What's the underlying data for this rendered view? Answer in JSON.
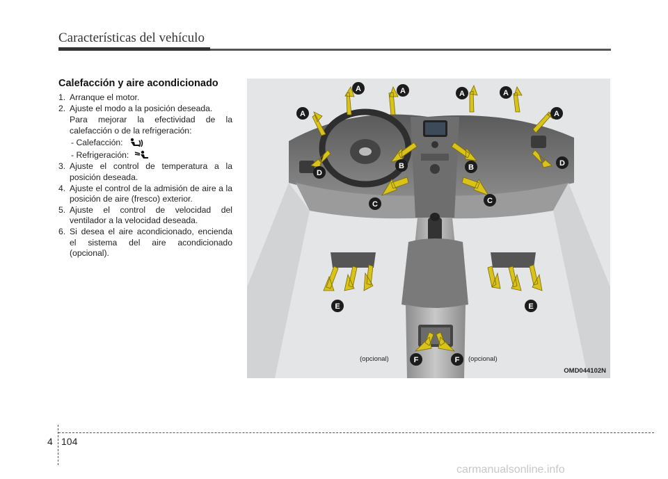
{
  "header": {
    "title": "Características del vehículo"
  },
  "section": {
    "title": "Calefacción y aire acondicionado"
  },
  "steps": [
    {
      "num": "1.",
      "text": "Arranque el motor."
    },
    {
      "num": "2.",
      "text": "Ajuste el modo a la posición deseada.",
      "sub": "Para mejorar la efectividad de la calefacción o de la refrigeración:",
      "heating": "- Calefacción:",
      "cooling": "- Refrigeración:"
    },
    {
      "num": "3.",
      "text": "Ajuste el control de temperatura a la posición deseada."
    },
    {
      "num": "4.",
      "text": "Ajuste el control de la admisión de aire a la posición de aire (fresco) exterior."
    },
    {
      "num": "5.",
      "text": "Ajuste el control de velocidad del ventilador a la velocidad deseada."
    },
    {
      "num": "6.",
      "text": "Si desea el aire acondicionado, encienda el sistema del aire acondicionado (opcional)."
    }
  ],
  "icons": {
    "heating": "floor-mode-icon",
    "cooling": "face-mode-icon"
  },
  "figure": {
    "code": "OMD044102N",
    "optional_left": "(opcional)",
    "optional_right": "(opcional)",
    "labels": {
      "a": "A",
      "b": "B",
      "c": "C",
      "d": "D",
      "e": "E",
      "f": "F"
    },
    "colors": {
      "arrow": "#d9c21a",
      "badge": "#1c1c1c"
    }
  },
  "footer": {
    "section": "4",
    "page": "104"
  },
  "watermark": "carmanualsonline.info"
}
